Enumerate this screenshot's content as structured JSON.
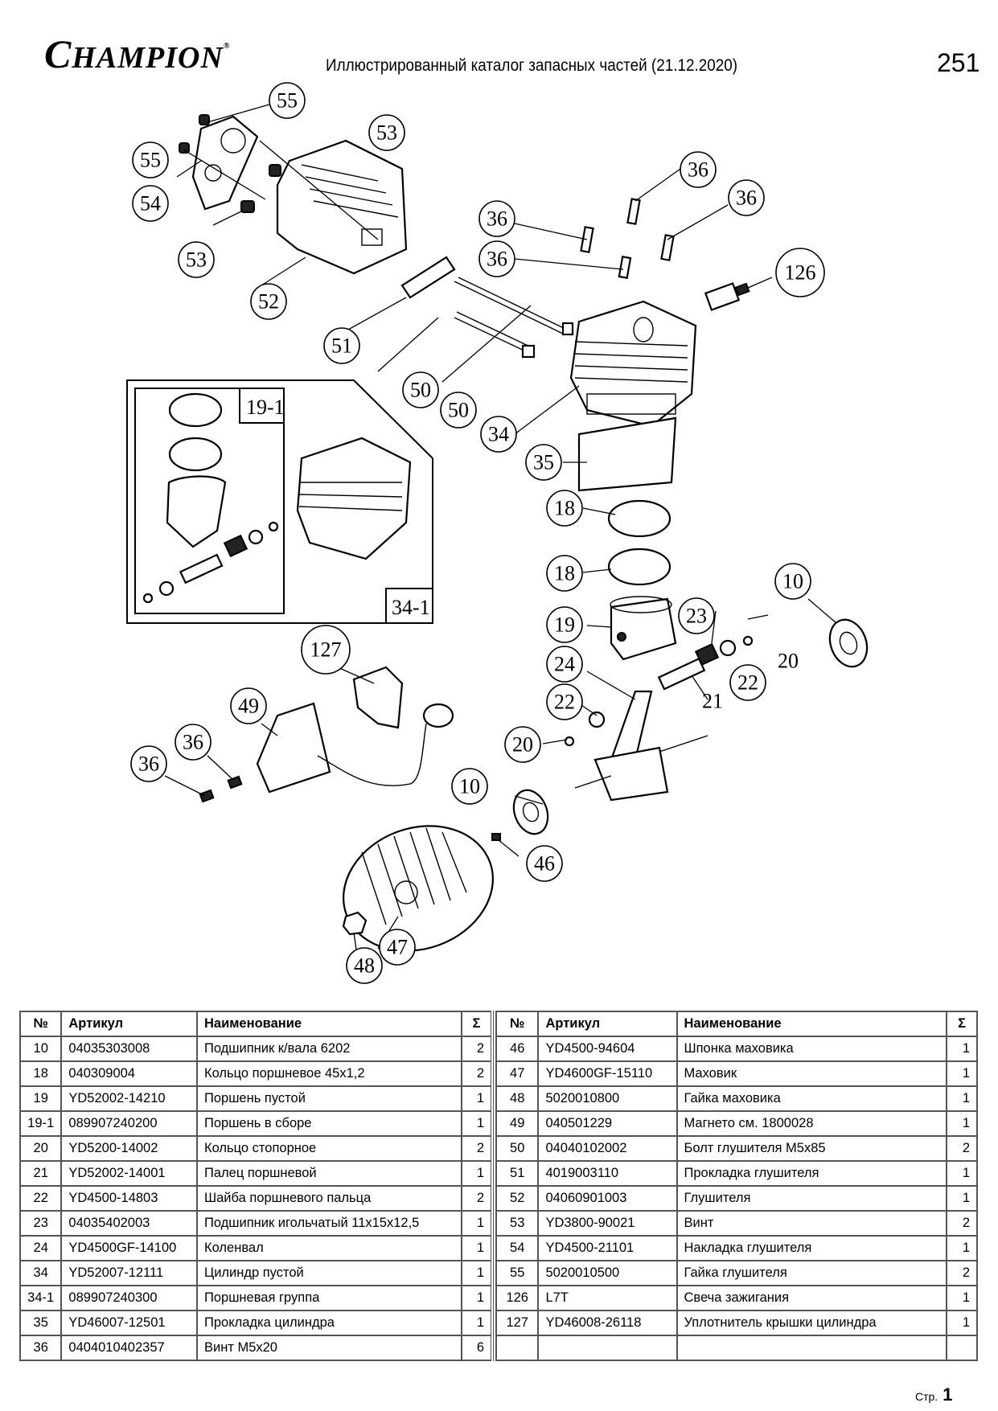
{
  "header": {
    "brand": "CHAMPION",
    "brand_first": "C",
    "brand_rest": "HAMPION",
    "registered": "®",
    "title": "Иллюстрированный каталог запасных частей (21.12.2020)",
    "page_number": "251"
  },
  "diagram": {
    "callouts": [
      "55",
      "55",
      "53",
      "54",
      "53",
      "52",
      "51",
      "50",
      "50",
      "36",
      "36",
      "36",
      "36",
      "126",
      "34",
      "35",
      "18",
      "18",
      "19",
      "10",
      "23",
      "24",
      "22",
      "20",
      "22",
      "21",
      "20",
      "127",
      "49",
      "36",
      "36",
      "10",
      "46",
      "47",
      "48"
    ],
    "inset_labels": {
      "piston_assembly": "19-1",
      "piston_group": "34-1"
    }
  },
  "table": {
    "headers": {
      "num": "№",
      "article": "Артикул",
      "name": "Наименование",
      "qty": "Σ"
    },
    "left_rows": [
      {
        "num": "10",
        "article": "04035303008",
        "name": "Подшипник к/вала 6202",
        "qty": "2"
      },
      {
        "num": "18",
        "article": "040309004",
        "name": "Кольцо поршневое 45x1,2",
        "qty": "2"
      },
      {
        "num": "19",
        "article": "YD52002-14210",
        "name": "Поршень пустой",
        "qty": "1"
      },
      {
        "num": "19-1",
        "article": "089907240200",
        "name": "Поршень в сборе",
        "qty": "1"
      },
      {
        "num": "20",
        "article": "YD5200-14002",
        "name": "Кольцо стопорное",
        "qty": "2"
      },
      {
        "num": "21",
        "article": "YD52002-14001",
        "name": "Палец поршневой",
        "qty": "1"
      },
      {
        "num": "22",
        "article": "YD4500-14803",
        "name": "Шайба поршневого пальца",
        "qty": "2"
      },
      {
        "num": "23",
        "article": "04035402003",
        "name": "Подшипник игольчатый 11x15x12,5",
        "qty": "1"
      },
      {
        "num": "24",
        "article": "YD4500GF-14100",
        "name": "Коленвал",
        "qty": "1"
      },
      {
        "num": "34",
        "article": "YD52007-12111",
        "name": "Цилиндр пустой",
        "qty": "1"
      },
      {
        "num": "34-1",
        "article": "089907240300",
        "name": "Поршневая группа",
        "qty": "1"
      },
      {
        "num": "35",
        "article": "YD46007-12501",
        "name": "Прокладка цилиндра",
        "qty": "1"
      },
      {
        "num": "36",
        "article": "0404010402357",
        "name": "Винт M5x20",
        "qty": "6"
      }
    ],
    "right_rows": [
      {
        "num": "46",
        "article": "YD4500-94604",
        "name": "Шпонка маховика",
        "qty": "1"
      },
      {
        "num": "47",
        "article": "YD4600GF-15110",
        "name": "Маховик",
        "qty": "1"
      },
      {
        "num": "48",
        "article": "5020010800",
        "name": "Гайка маховика",
        "qty": "1"
      },
      {
        "num": "49",
        "article": "040501229",
        "name": "Магнето см. 1800028",
        "qty": "1"
      },
      {
        "num": "50",
        "article": "04040102002",
        "name": "Болт глушителя M5x85",
        "qty": "2"
      },
      {
        "num": "51",
        "article": "4019003110",
        "name": "Прокладка глушителя",
        "qty": "1"
      },
      {
        "num": "52",
        "article": "04060901003",
        "name": "Глушителя",
        "qty": "1"
      },
      {
        "num": "53",
        "article": "YD3800-90021",
        "name": "Винт",
        "qty": "2"
      },
      {
        "num": "54",
        "article": "YD4500-21101",
        "name": "Накладка глушителя",
        "qty": "1"
      },
      {
        "num": "55",
        "article": "5020010500",
        "name": "Гайка глушителя",
        "qty": "2"
      },
      {
        "num": "126",
        "article": "L7T",
        "name": "Свеча зажигания",
        "qty": "1"
      },
      {
        "num": "127",
        "article": "YD46008-26118",
        "name": "Уплотнитель крышки цилиндра",
        "qty": "1"
      },
      {
        "num": "",
        "article": "",
        "name": "",
        "qty": ""
      }
    ]
  },
  "footer": {
    "label": "Стр.",
    "page": "1"
  }
}
